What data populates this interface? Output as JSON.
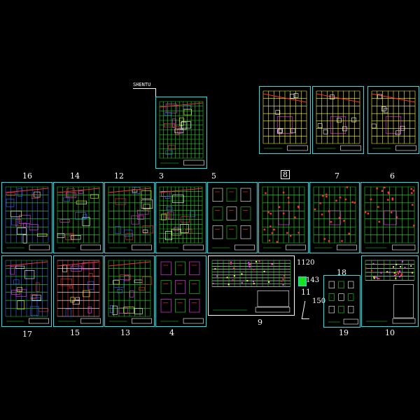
{
  "title_label": "SHENTU",
  "sheet_numbers": {
    "s16": "16",
    "s14": "14",
    "s12": "12",
    "s3": "3",
    "s5": "5",
    "s8": "8",
    "s7": "7",
    "s6": "6",
    "s17": "17",
    "s15": "15",
    "s13": "13",
    "s4": "4",
    "s9": "9",
    "s11": "11",
    "s18": "18",
    "s19": "19",
    "s10": "10"
  },
  "scale_labels": {
    "a": "1120",
    "b": "143",
    "c": "150"
  },
  "colors": {
    "border": "#14e6ec",
    "grid": "#1ee01e",
    "magenta": "#ff3cff",
    "red": "#ff3030",
    "yellow": "#ffff28",
    "white": "#ffffff",
    "blue": "#3a6cff"
  }
}
